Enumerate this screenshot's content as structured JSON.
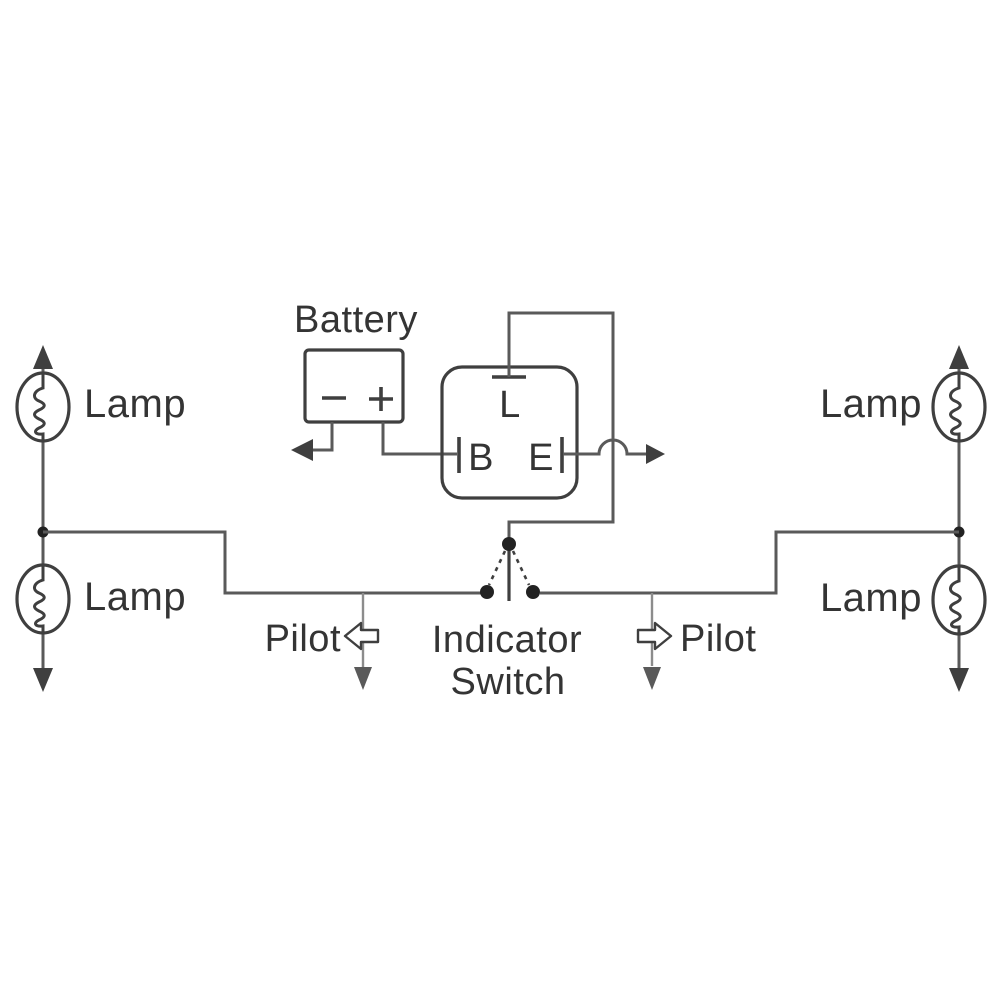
{
  "colors": {
    "background": "#ffffff",
    "component_stroke": "#3f3f3f",
    "wire_stroke": "#5a5a5a",
    "pilot_stroke": "#8c8c8c",
    "dot_color": "#222222",
    "text_color": "#343434"
  },
  "labels": {
    "battery": "Battery",
    "terminal_l": "L",
    "terminal_b": "B",
    "terminal_e": "E",
    "lamp_top_left": "Lamp",
    "lamp_bottom_left": "Lamp",
    "lamp_top_right": "Lamp",
    "lamp_bottom_right": "Lamp",
    "pilot_left": "Pilot",
    "pilot_right": "Pilot",
    "indicator_switch_line1": "Indicator",
    "indicator_switch_line2": "Switch"
  }
}
